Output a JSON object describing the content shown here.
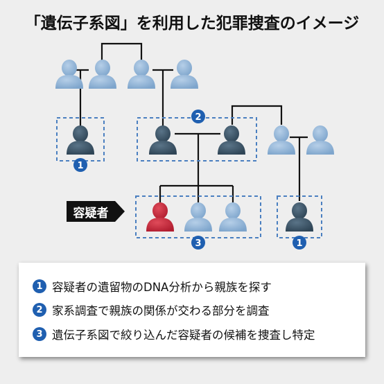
{
  "title": "「遺伝子系図」を利用した犯罪捜査のイメージ",
  "suspect_label": "容疑者",
  "group_badges": [
    "1",
    "2",
    "3",
    "1"
  ],
  "legend": [
    {
      "num": "1",
      "text": "容疑者の遺留物のDNA分析から親族を探す"
    },
    {
      "num": "2",
      "text": "家系調査で親族の関係が交わる部分を調査"
    },
    {
      "num": "3",
      "text": "遺伝子系図で絞り込んだ容疑者の候補を捜査し特定"
    }
  ],
  "colors": {
    "light_person": "#8fb3d6",
    "dark_person": "#3d5568",
    "suspect_person": "#c8283a",
    "badge": "#1f5fb0",
    "line": "#111111",
    "dashed_box": "#4a7fc0"
  }
}
